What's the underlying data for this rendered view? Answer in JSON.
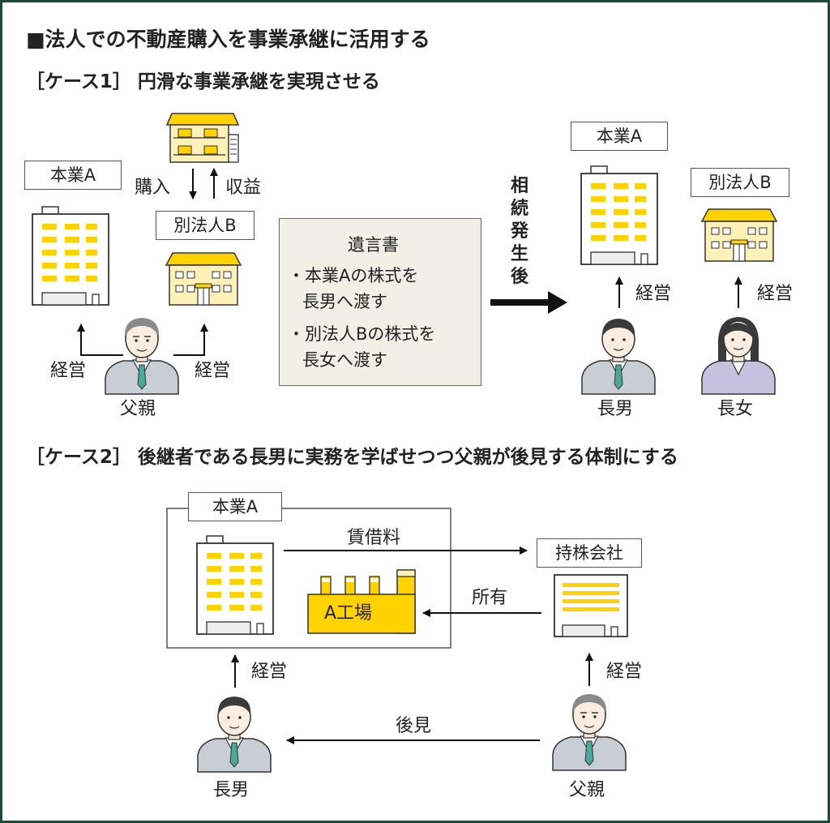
{
  "title": "■法人での不動産購入を事業承継に活用する",
  "case1": {
    "title": "［ケース1］ 円滑な事業承継を実現させる",
    "left": {
      "company_a": "本業A",
      "purchase": "購入",
      "revenue": "収益",
      "company_b": "別法人B",
      "manage_left": "経営",
      "manage_right": "経営",
      "father": "父親"
    },
    "will": {
      "title": "遺言書",
      "line1a": "・本業Aの株式を",
      "line1b": "長男へ渡す",
      "line2a": "・別法人Bの株式を",
      "line2b": "長女へ渡す"
    },
    "after_inheritance": [
      "相",
      "続",
      "発",
      "生",
      "後"
    ],
    "right": {
      "company_a": "本業A",
      "company_b": "別法人B",
      "manage_a": "経営",
      "manage_b": "経営",
      "eldest_son": "長男",
      "eldest_daughter": "長女"
    }
  },
  "case2": {
    "title": "［ケース2］ 後継者である長男に実務を学ばせつつ父親が後見する体制にする",
    "company_a": "本業A",
    "rent": "賃借料",
    "holding": "持株会社",
    "own": "所有",
    "factory": "A工場",
    "manage_left": "経営",
    "manage_right": "経営",
    "guardian": "後見",
    "eldest_son": "長男",
    "father": "父親"
  },
  "colors": {
    "frame": "#1f4a37",
    "yellow": "#ffd200",
    "will_bg": "#f2efe6"
  }
}
